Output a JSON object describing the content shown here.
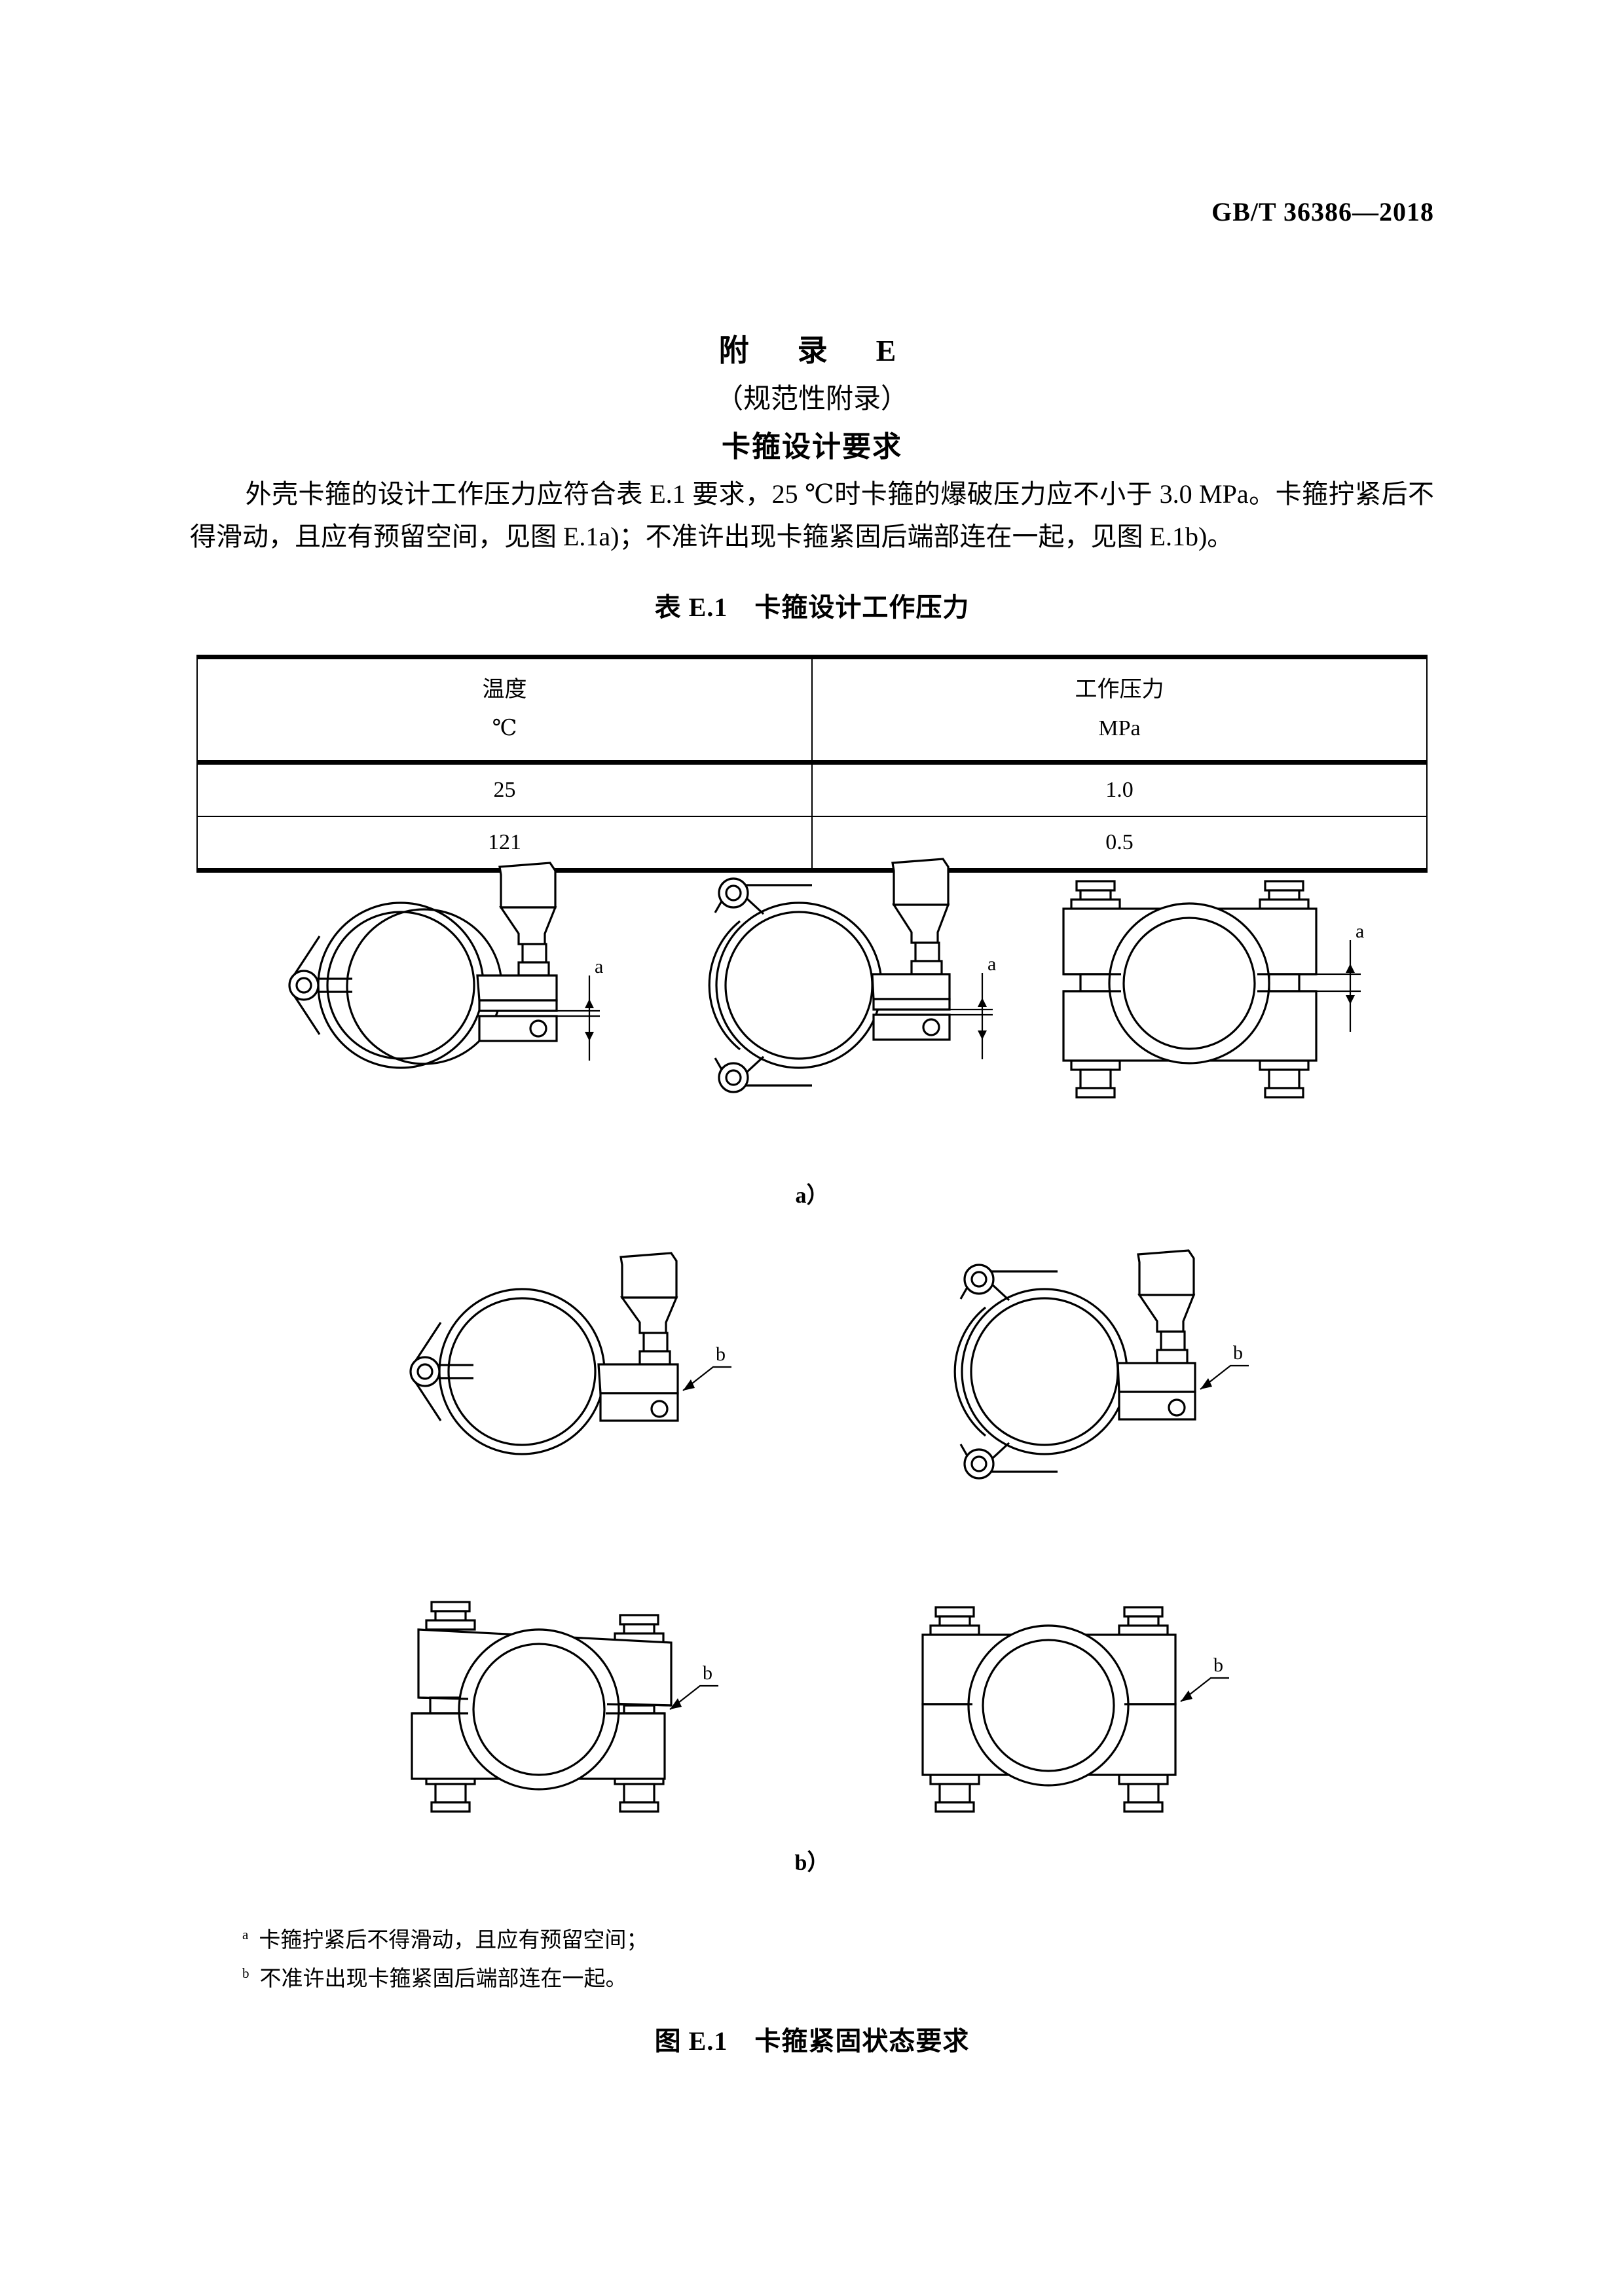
{
  "header": {
    "standard_no": "GB/T 36386—2018"
  },
  "annex": {
    "number": "附　录　E",
    "kind": "（规范性附录）",
    "name": "卡箍设计要求"
  },
  "body": {
    "paragraph": "外壳卡箍的设计工作压力应符合表 E.1 要求，25 ℃时卡箍的爆破压力应不小于 3.0 MPa。卡箍拧紧后不得滑动，且应有预留空间，见图 E.1a)；不准许出现卡箍紧固后端部连在一起，见图 E.1b)。"
  },
  "table": {
    "caption": "表 E.1　卡箍设计工作压力",
    "columns": [
      {
        "title": "温度",
        "unit": "℃"
      },
      {
        "title": "工作压力",
        "unit": "MPa"
      }
    ],
    "rows": [
      {
        "temperature": "25",
        "pressure": "1.0"
      },
      {
        "temperature": "121",
        "pressure": "0.5"
      }
    ]
  },
  "figure": {
    "caption": "图 E.1　卡箍紧固状态要求",
    "sub_captions": {
      "a": "a）",
      "b": "b）"
    },
    "callouts": {
      "gap_label": "a",
      "contact_label": "b"
    },
    "items": [
      {
        "id": "a1",
        "kind": "hinged-single-pin-clamp-with-wingnut",
        "callout": "a"
      },
      {
        "id": "a2",
        "kind": "hinged-double-pin-clamp-with-wingnut",
        "callout": "a"
      },
      {
        "id": "a3",
        "kind": "bolted-split-block-clamp",
        "callout": "a"
      },
      {
        "id": "b1",
        "kind": "hinged-single-pin-clamp-with-wingnut",
        "callout": "b"
      },
      {
        "id": "b2",
        "kind": "hinged-double-pin-clamp-with-wingnut",
        "callout": "b"
      },
      {
        "id": "b3",
        "kind": "bolted-split-block-clamp",
        "callout": "b"
      },
      {
        "id": "b4",
        "kind": "bolted-split-block-clamp",
        "callout": "b"
      }
    ]
  },
  "footnotes": [
    {
      "mark": "a",
      "text": "卡箍拧紧后不得滑动，且应有预留空间；"
    },
    {
      "mark": "b",
      "text": "不准许出现卡箍紧固后端部连在一起。"
    }
  ]
}
